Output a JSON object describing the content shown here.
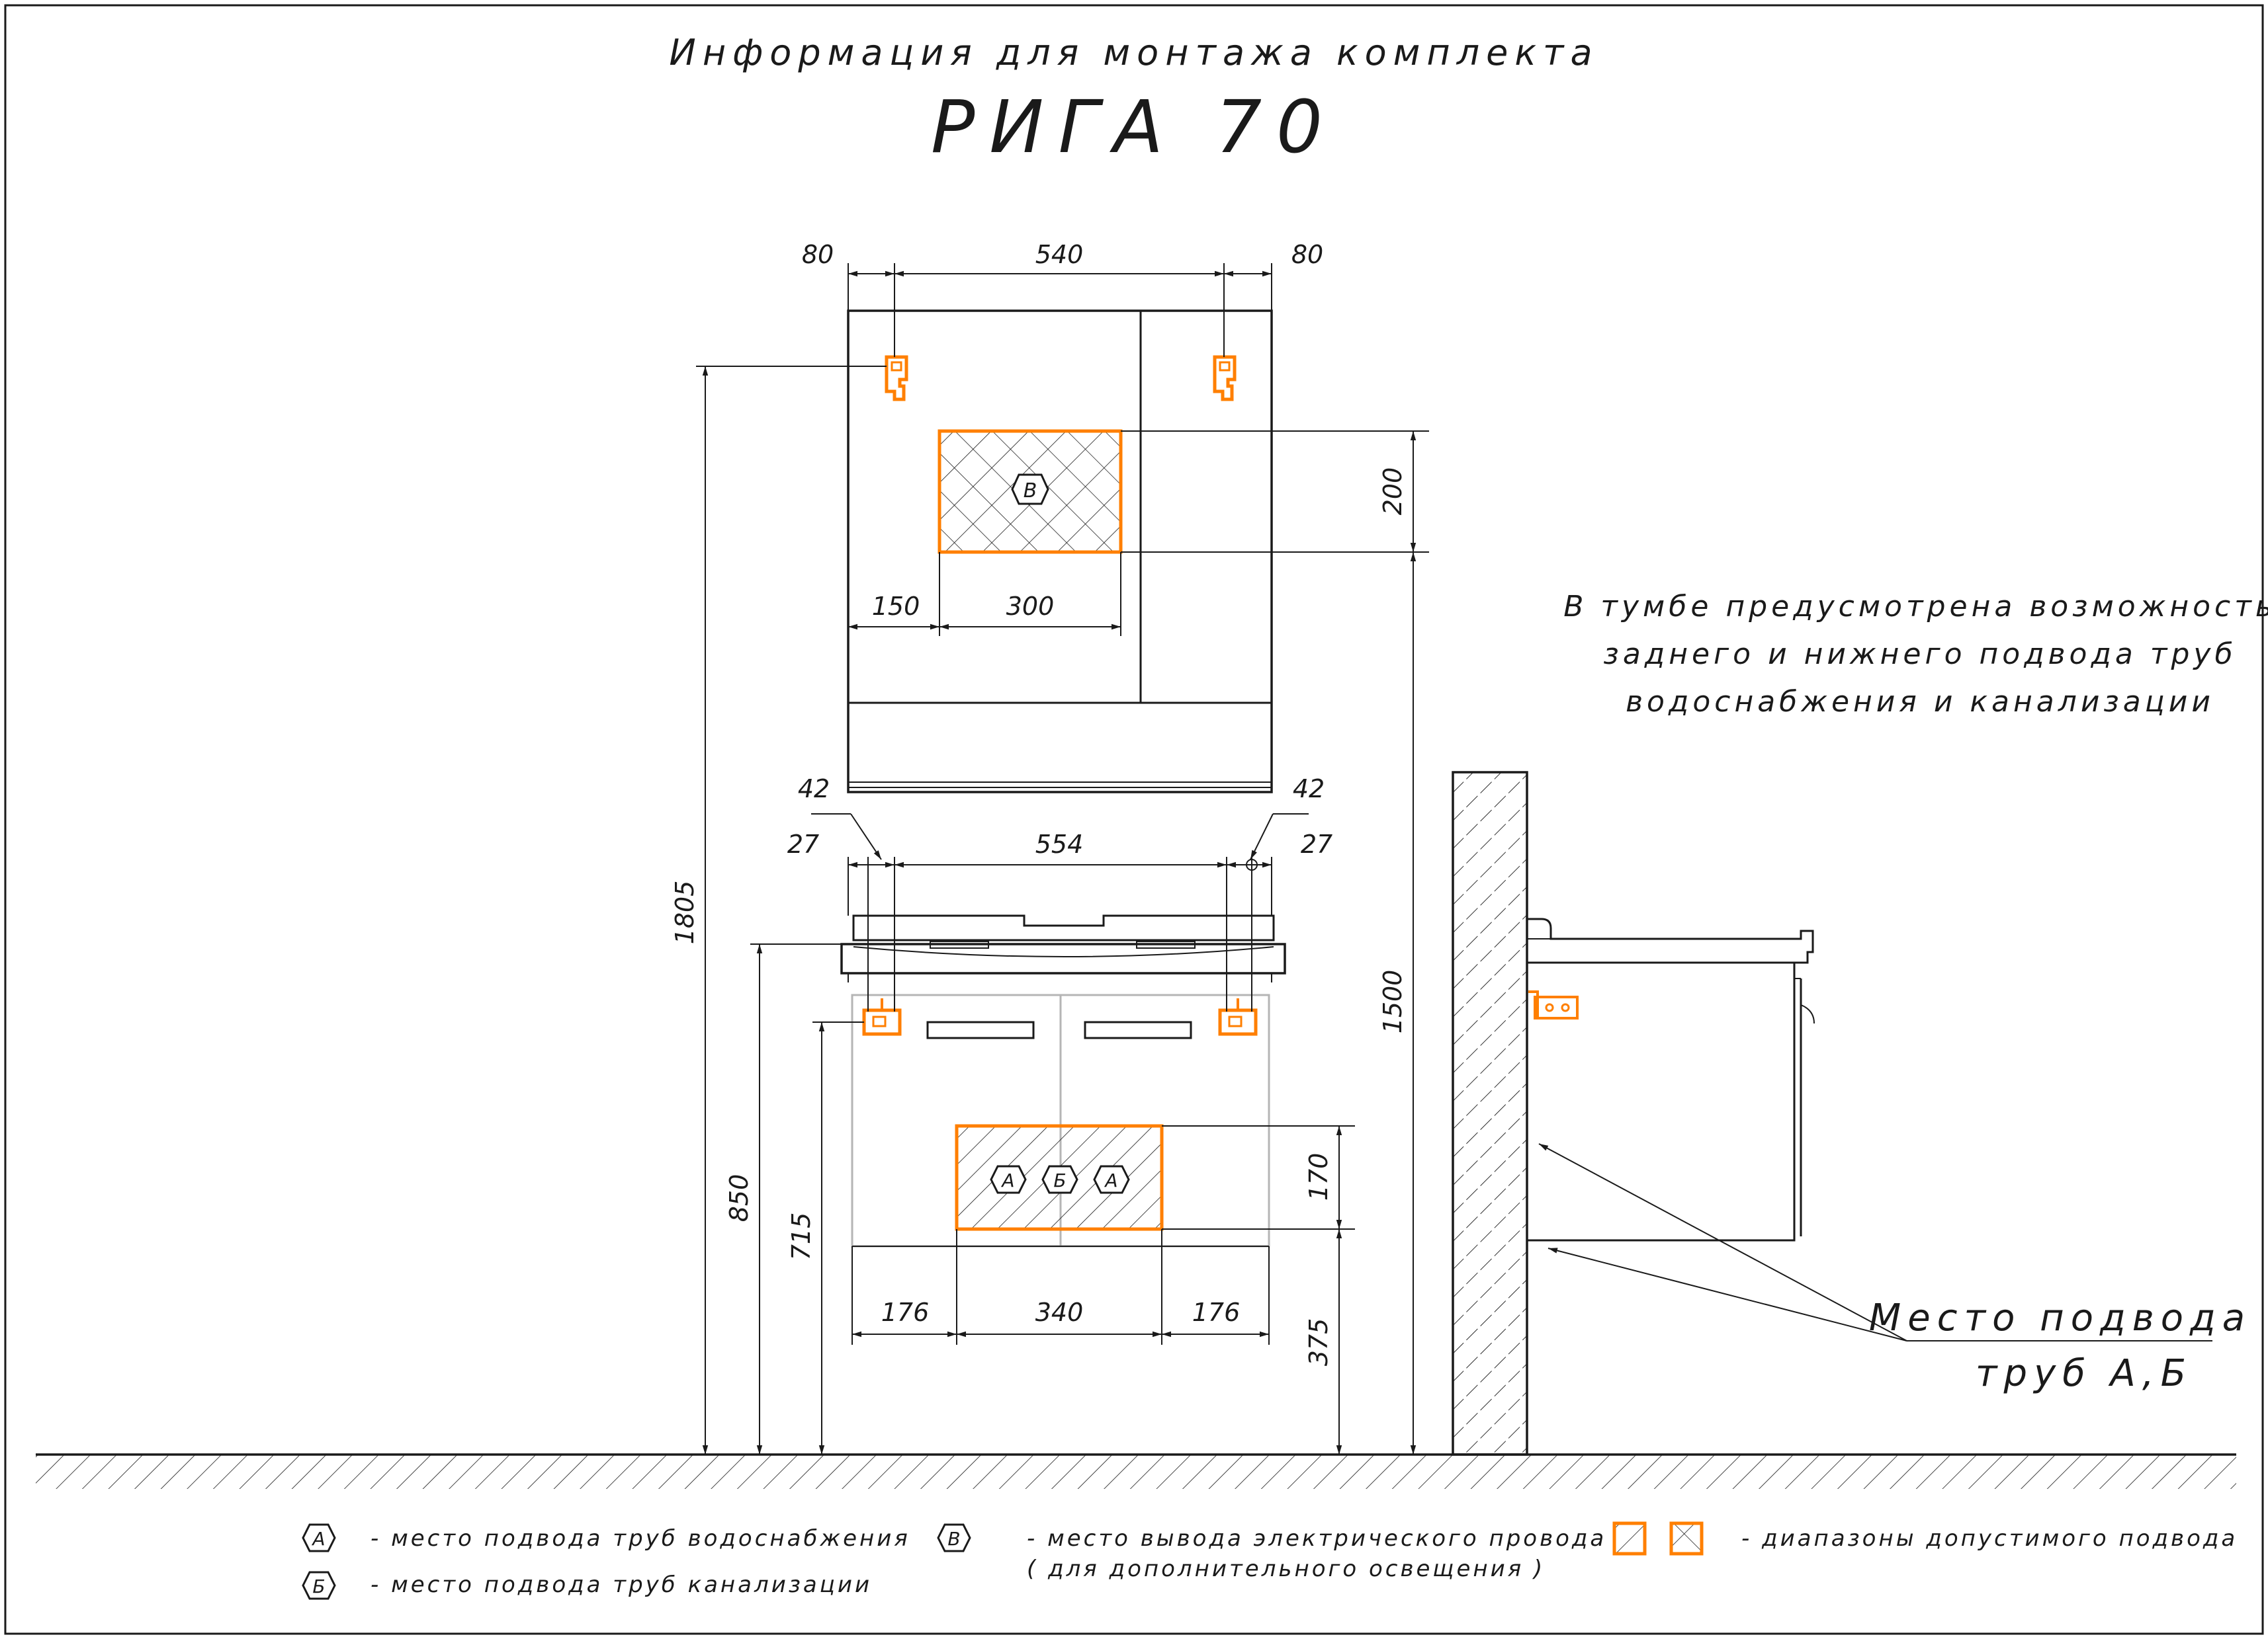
{
  "title": {
    "line1": "Информация для монтажа комплекта",
    "line2": "РИГА 70"
  },
  "dimensions": {
    "mirror_top": [
      "80",
      "540",
      "80"
    ],
    "mirror_zone_width": [
      "150",
      "300"
    ],
    "mirror_zone_height": "200",
    "height_total": "1805",
    "height_mirror_zone": "1500",
    "basin_top": {
      "left_small": "42",
      "right_small": "42",
      "left": "27",
      "mid": "554",
      "right": "27"
    },
    "height_basin": "850",
    "height_cabinet": "715",
    "cabinet_bottom": [
      "176",
      "340",
      "176"
    ],
    "zone_height": "170",
    "zone_floor": "375"
  },
  "markers": {
    "a": "А",
    "b": "Б",
    "v": "В"
  },
  "note": {
    "line1": "В тумбе предусмотрена возможность",
    "line2": "заднего и нижнего подвода труб",
    "line3": "водоснабжения и канализации"
  },
  "callout": {
    "line1": "Место подвода",
    "line2": "труб А,Б"
  },
  "legend": {
    "a_text": "- место подвода труб водоснабжения",
    "b_text": "- место подвода труб канализации",
    "v_text": "- место вывода электрического провода",
    "v_text2": "( для дополнительного освещения )",
    "zones_text": "- диапазоны допустимого подвода"
  },
  "colors": {
    "line": "#1a1a1a",
    "accent": "#ff7f00"
  }
}
